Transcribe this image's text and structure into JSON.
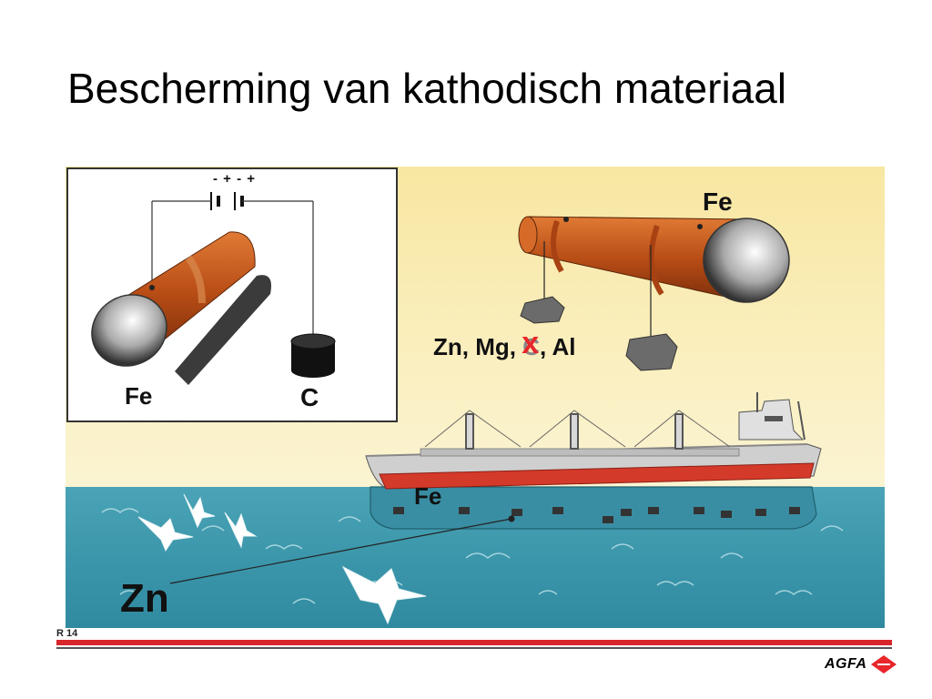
{
  "slide": {
    "title": "Bescherming van kathodisch materiaal",
    "code": "R 14"
  },
  "inset": {
    "battery_signs": "- + - +",
    "pipe_label": "Fe",
    "anode_label": "C"
  },
  "suspended": {
    "pipe_label": "Fe",
    "metals_prefix": "Zn, Mg, ",
    "struck_metal": "C",
    "strike_mark": "x",
    "metals_suffix": ", Al"
  },
  "ship": {
    "hull_label": "Fe",
    "anode_label": "Zn"
  },
  "logo": {
    "text": "AGFA"
  },
  "colors": {
    "sky": "#f7eeb8",
    "sea": "#3d95aa",
    "pipe": "#c0541a",
    "hull_red": "#d43a2a",
    "strike": "#e8262b"
  }
}
